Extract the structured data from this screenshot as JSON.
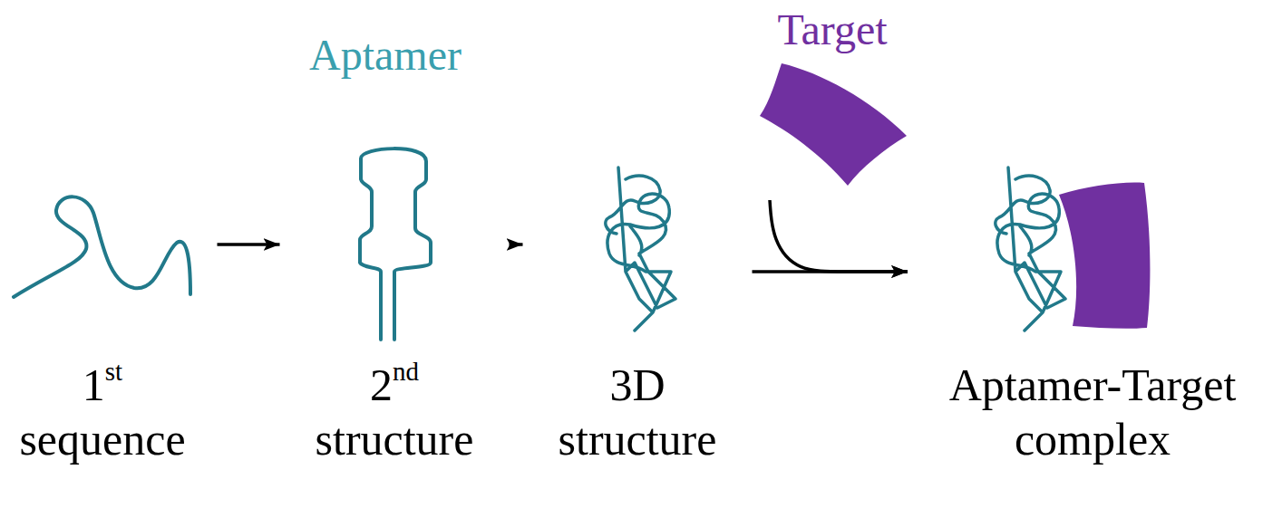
{
  "diagram": {
    "nodes": [
      {
        "text": [
          "1st sequence"
        ]
      },
      {
        "text": [
          "2nd structure"
        ]
      },
      {
        "text": [
          "3D structure"
        ]
      },
      {
        "text": [
          "Target"
        ]
      },
      {
        "text": [
          "Aptamer-Target complex"
        ]
      }
    ],
    "edges": [
      {
        "from": 0,
        "to": 1,
        "arrow": "to"
      },
      {
        "from": 1,
        "to": 2,
        "arrow": "to"
      },
      {
        "from": 2,
        "to": 4,
        "arrow": "to"
      },
      {
        "from": 3,
        "to": 4,
        "arrow": "to"
      }
    ],
    "labels": [
      "Aptamer"
    ]
  }
}
